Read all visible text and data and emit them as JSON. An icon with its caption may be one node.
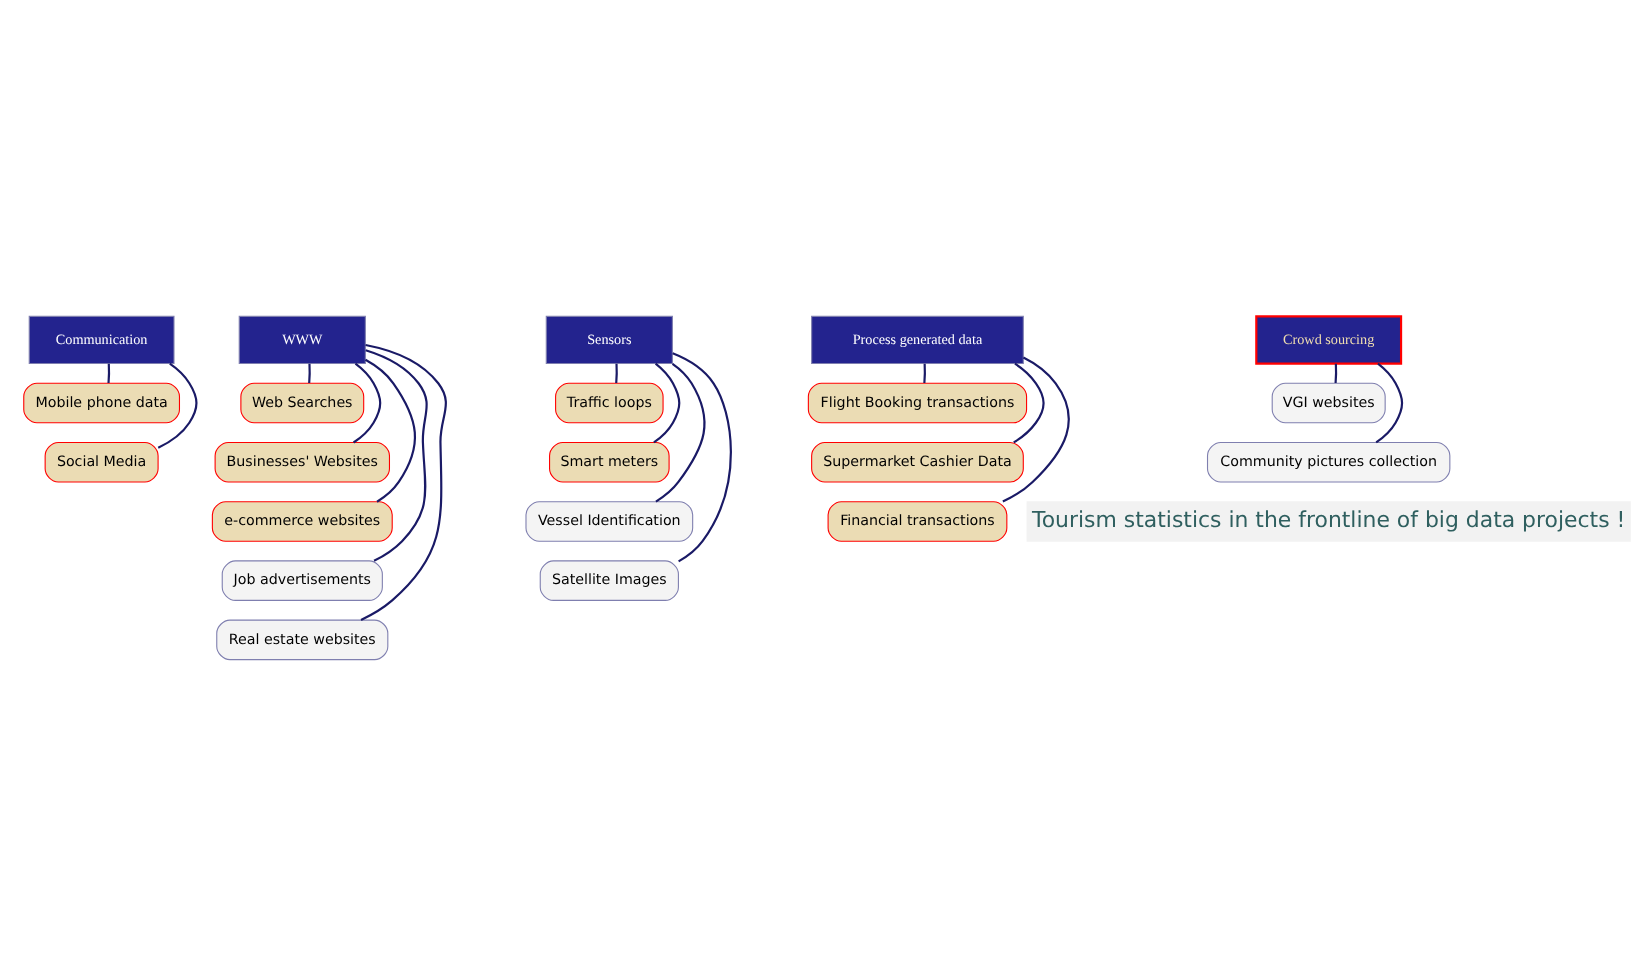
{
  "diagram": {
    "nodes": [
      {
        "text": [
          "Communication"
        ]
      },
      {
        "text": [
          "Mobile phone data"
        ]
      },
      {
        "text": [
          "Social Media"
        ]
      },
      {
        "text": [
          "WWW"
        ]
      },
      {
        "text": [
          "Web Searches"
        ]
      },
      {
        "text": [
          "Businesses' Websites"
        ]
      },
      {
        "text": [
          "e-commerce websites"
        ]
      },
      {
        "text": [
          "Job advertisements"
        ]
      },
      {
        "text": [
          "Real estate websites"
        ]
      },
      {
        "text": [
          "Sensors"
        ]
      },
      {
        "text": [
          "Traffic loops"
        ]
      },
      {
        "text": [
          "Smart meters"
        ]
      },
      {
        "text": [
          "Vessel Identification"
        ]
      },
      {
        "text": [
          "Satellite Images"
        ]
      },
      {
        "text": [
          "Process generated data"
        ]
      },
      {
        "text": [
          "Flight Booking transactions"
        ]
      },
      {
        "text": [
          "Supermarket Cashier Data"
        ]
      },
      {
        "text": [
          "Financial transactions"
        ]
      },
      {
        "text": [
          "Crowd sourcing"
        ]
      },
      {
        "text": [
          "VGI websites"
        ]
      },
      {
        "text": [
          "Community pictures collection"
        ]
      }
    ],
    "edges": [
      {
        "from": 0,
        "to": 1,
        "arrow": "none"
      },
      {
        "from": 0,
        "to": 2,
        "arrow": "none"
      },
      {
        "from": 3,
        "to": 4,
        "arrow": "none"
      },
      {
        "from": 3,
        "to": 5,
        "arrow": "none"
      },
      {
        "from": 3,
        "to": 6,
        "arrow": "none"
      },
      {
        "from": 3,
        "to": 7,
        "arrow": "none"
      },
      {
        "from": 3,
        "to": 8,
        "arrow": "none"
      },
      {
        "from": 9,
        "to": 10,
        "arrow": "none"
      },
      {
        "from": 9,
        "to": 11,
        "arrow": "none"
      },
      {
        "from": 9,
        "to": 12,
        "arrow": "none"
      },
      {
        "from": 9,
        "to": 13,
        "arrow": "none"
      },
      {
        "from": 14,
        "to": 15,
        "arrow": "none"
      },
      {
        "from": 14,
        "to": 16,
        "arrow": "none"
      },
      {
        "from": 14,
        "to": 17,
        "arrow": "none"
      },
      {
        "from": 18,
        "to": 19,
        "arrow": "none"
      },
      {
        "from": 18,
        "to": 20,
        "arrow": "none"
      }
    ],
    "labels": [
      "Tourism statistics in the frontline of big data projects !"
    ]
  }
}
